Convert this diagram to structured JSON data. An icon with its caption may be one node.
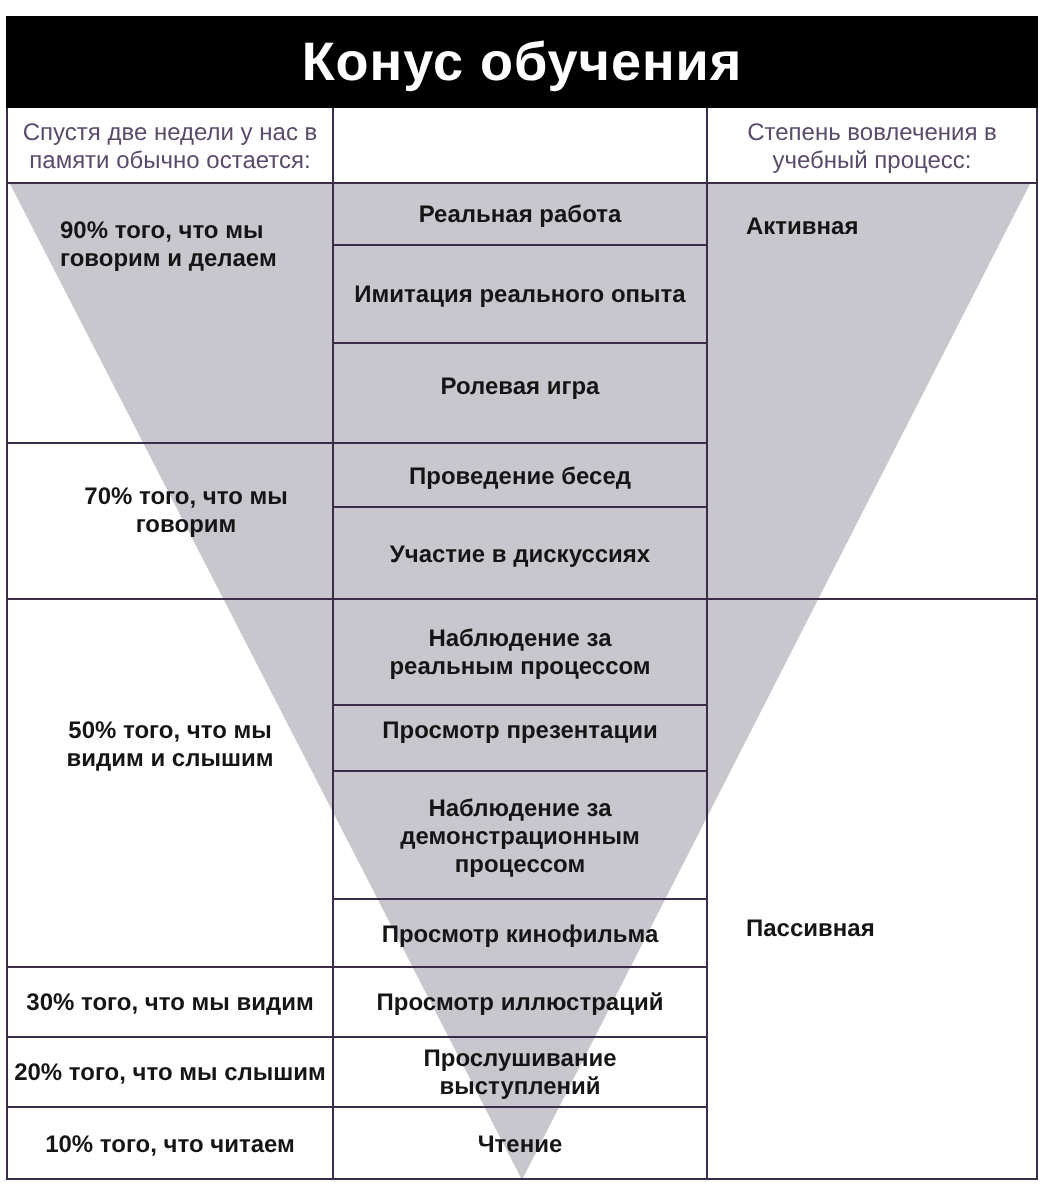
{
  "diagram": {
    "title": "Конус обучения",
    "nodes": [
      {
        "text": [
          "Спустя две недели у нас в памяти обычно остается:"
        ]
      },
      {
        "text": [],
        "shape": "box"
      },
      {
        "text": [
          "Степень вовлечения в учебный процесс:"
        ]
      },
      {
        "text": [
          "90% того, что мы говорим и делаем"
        ]
      },
      {
        "text": [
          "Реальная работа"
        ]
      },
      {
        "text": [
          "Активная"
        ]
      },
      {
        "text": [
          "Имитация реального опыта"
        ]
      },
      {
        "text": [
          "Ролевая игра"
        ]
      },
      {
        "text": [
          "70% того, что мы говорим"
        ]
      },
      {
        "text": [
          "Проведение бесед"
        ]
      },
      {
        "text": [
          "Участие в дискуссиях"
        ]
      },
      {
        "text": [
          "50% того, что мы видим и слышим"
        ]
      },
      {
        "text": [
          "Наблюдение за реальным процессом"
        ]
      },
      {
        "text": [
          "Пассивная"
        ]
      },
      {
        "text": [
          "Просмотр презентации"
        ]
      },
      {
        "text": [
          "Наблюдение за демонстрационным процессом"
        ]
      },
      {
        "text": [
          "Просмотр кинофильма"
        ]
      },
      {
        "text": [
          "30% того, что мы видим"
        ]
      },
      {
        "text": [
          "Просмотр иллюстраций"
        ]
      },
      {
        "text": [
          "20% того, что мы слышим"
        ]
      },
      {
        "text": [
          "Прослушивание выступлений"
        ]
      },
      {
        "text": [
          "10% того, что читаем"
        ]
      },
      {
        "text": [
          "Чтение"
        ]
      }
    ]
  }
}
